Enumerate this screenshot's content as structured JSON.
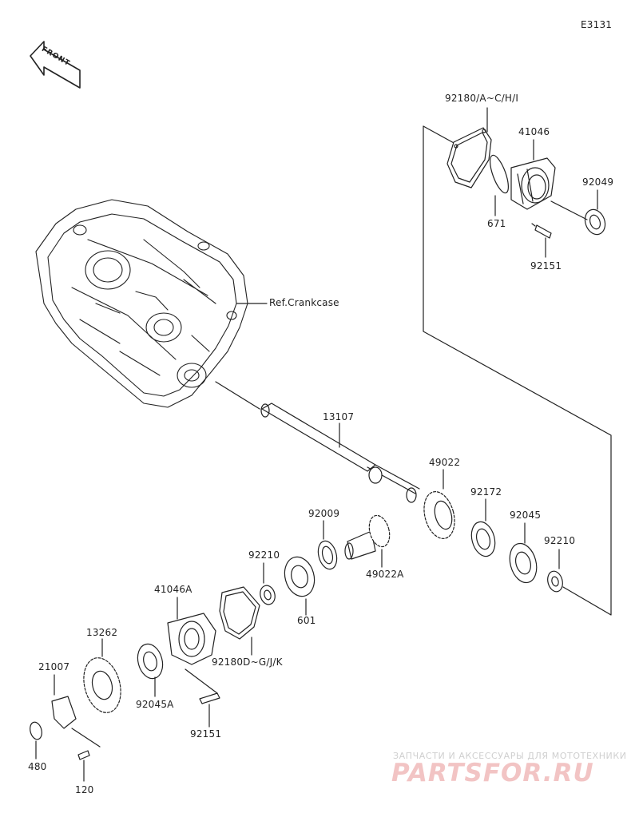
{
  "diagram_code": "E3131",
  "front_marker": "FRONT",
  "reference_label": "Ref.Crankcase",
  "parts": [
    {
      "id": "p-92180a",
      "label": "92180/A~C/H/I"
    },
    {
      "id": "p-41046",
      "label": "41046"
    },
    {
      "id": "p-92049",
      "label": "92049"
    },
    {
      "id": "p-671",
      "label": "671"
    },
    {
      "id": "p-92151a",
      "label": "92151"
    },
    {
      "id": "p-13107",
      "label": "13107"
    },
    {
      "id": "p-49022",
      "label": "49022"
    },
    {
      "id": "p-92009",
      "label": "92009"
    },
    {
      "id": "p-92172",
      "label": "92172"
    },
    {
      "id": "p-92045",
      "label": "92045"
    },
    {
      "id": "p-92210a",
      "label": "92210"
    },
    {
      "id": "p-92210b",
      "label": "92210"
    },
    {
      "id": "p-49022a",
      "label": "49022A"
    },
    {
      "id": "p-601",
      "label": "601"
    },
    {
      "id": "p-41046a",
      "label": "41046A"
    },
    {
      "id": "p-13262",
      "label": "13262"
    },
    {
      "id": "p-92180d",
      "label": "92180D~G/J/K"
    },
    {
      "id": "p-21007",
      "label": "21007"
    },
    {
      "id": "p-92045a",
      "label": "92045A"
    },
    {
      "id": "p-92151b",
      "label": "92151"
    },
    {
      "id": "p-480",
      "label": "480"
    },
    {
      "id": "p-120",
      "label": "120"
    }
  ],
  "watermark": {
    "tagline": "ЗАПЧАСТИ И АКСЕССУАРЫ ДЛЯ МОТОТЕХНИКИ",
    "brand": "PARTSFOR.RU"
  }
}
